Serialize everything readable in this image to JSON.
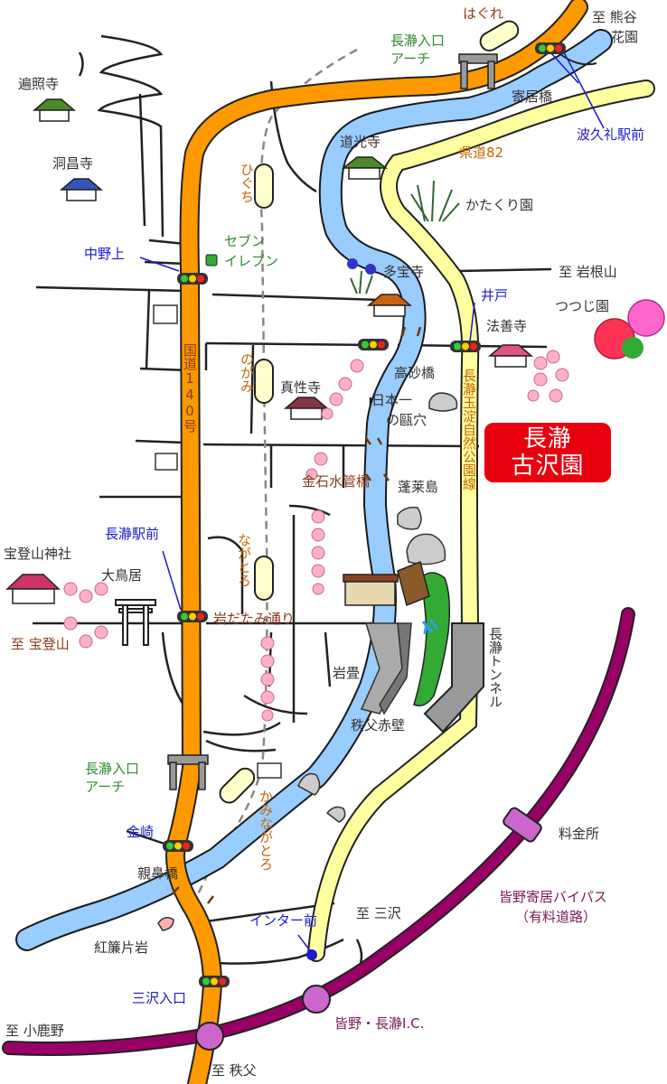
{
  "title": {
    "line1": "長瀞",
    "line2": "古沢園"
  },
  "colors": {
    "route140": "#ff9900",
    "prefRoad": "#ffffa0",
    "river": "#99ccff",
    "bypass": "#990066",
    "title_bg": "#e8000e"
  },
  "labels": {
    "haguri": "はぐれ",
    "kumagaya": "至 熊谷",
    "kaen": "花園",
    "nagatoro_arch_top_1": "長瀞入口",
    "nagatoro_arch_top_2": "アーチ",
    "yorii_bridge": "寄居橋",
    "hakure_station": "波久礼駅前",
    "henjoji": "遍照寺",
    "tokoji": "洞昌寺",
    "domyoji": "道光寺",
    "kendo82": "県道82",
    "katakuri": "かたくり園",
    "higuchi": "ひぐち",
    "seven_1": "セブン",
    "seven_2": "イレブン",
    "nakanoue": "中野上",
    "tahoji": "多宝寺",
    "iwane": "至 岩根山",
    "ido": "井戸",
    "tsutsuji": "つつじ園",
    "hozenji": "法善寺",
    "route140": "国道140号",
    "takasago": "高砂橋",
    "nogami": "のがみ",
    "shinshoji": "真性寺",
    "hyoketsu_1": "日本一",
    "hyoketsu_2": "の甌穴",
    "park_line": "長瀞玉淀自然公園線",
    "kanaishi": "金石水管橋",
    "horaijima": "蓬莱島",
    "nagatoro_station": "長瀞駅前",
    "hodosan_jinja": "宝登山神社",
    "otorii": "大鳥居",
    "nagatoro_st_v": "ながとろ",
    "iwadatami": "岩だたみ通り",
    "to_hodosan": "至 宝登山",
    "tunnel": "長瀞トンネル",
    "iwadatami_rock": "岩畳",
    "chichibu_sekiheki": "秩父赤壁",
    "nagatoro_arch_bot_1": "長瀞入口",
    "nagatoro_arch_bot_2": "アーチ",
    "kami_nagatoro": "かみながとろ",
    "ryokinjo": "料金所",
    "kanasaki": "金崎",
    "oyahana": "親鼻橋",
    "minano_bypass_1": "皆野寄居バイパス",
    "minano_bypass_2": "（有料道路）",
    "inter_mae": "インター前",
    "misawa": "至 三沢",
    "kurenai": "紅簾片岩",
    "misawa_iriguchi": "三沢入口",
    "minano_ic": "皆野・長瀞I.C.",
    "ogano": "至 小鹿野",
    "chichibu": "至 秩父"
  }
}
